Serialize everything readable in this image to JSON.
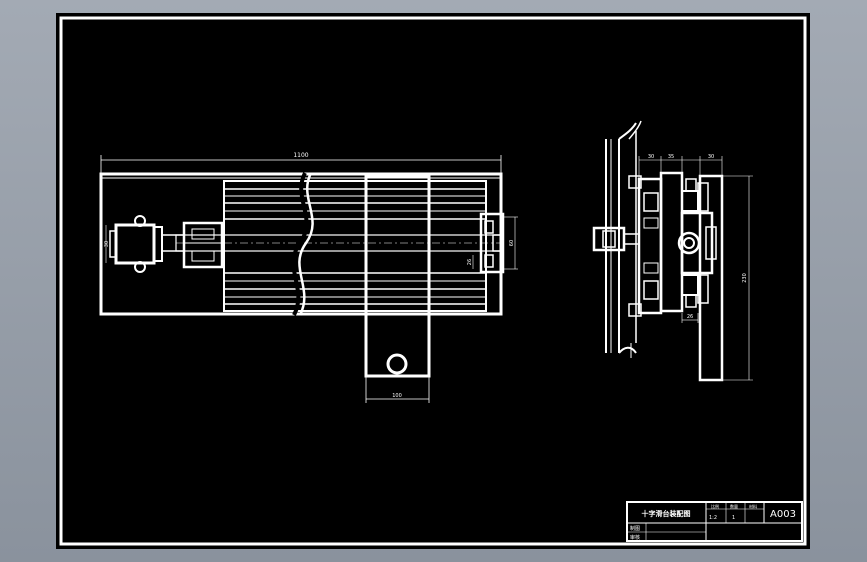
{
  "dimensions": {
    "overall_length": "1100",
    "carriage_width": "100",
    "end_block_height": "30",
    "slot_height": "60",
    "slot_depth": "26",
    "side_top_a": "30",
    "side_top_b": "35",
    "side_top_c": "30",
    "side_height": "230",
    "side_bottom": "26"
  },
  "title_block": {
    "drawing_name": "十字滑台装配图",
    "label_scale": "比例",
    "label_quantity": "数量",
    "label_material": "材料",
    "scale_value": "1:2",
    "quantity_value": "1",
    "drawing_number": "A003",
    "label_drawn": "制图",
    "label_checked": "审核"
  },
  "colors": {
    "background": "#8f97a2",
    "sheet": "#000000",
    "line": "#ffffff"
  }
}
